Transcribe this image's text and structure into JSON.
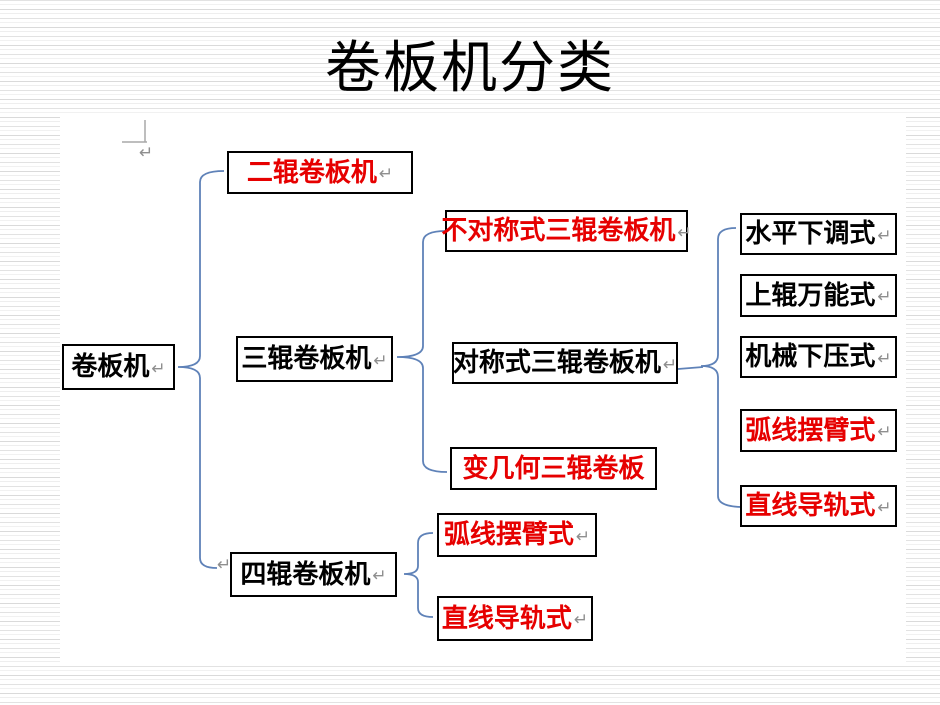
{
  "title": "卷板机分类",
  "marks": {
    "return_mark": "↵"
  },
  "colors": {
    "emphasis_red": "#e60000",
    "text_black": "#000000",
    "connector_blue": "#5f82b8",
    "return_mark_gray": "#8f8f8f",
    "stripe_gray": "#e2e2e2",
    "box_border": "#000000",
    "background": "#ffffff"
  },
  "nodes": [
    {
      "id": "root",
      "label": "卷板机",
      "color": "#000000",
      "parent": null
    },
    {
      "id": "two-roll",
      "label": "二辊卷板机",
      "color": "#e60000",
      "parent": "root"
    },
    {
      "id": "three-roll",
      "label": "三辊卷板机",
      "color": "#000000",
      "parent": "root"
    },
    {
      "id": "four-roll",
      "label": "四辊卷板机",
      "color": "#000000",
      "parent": "root"
    },
    {
      "id": "asym-three",
      "label": "不对称式三辊卷板机",
      "color": "#e60000",
      "parent": "three-roll"
    },
    {
      "id": "sym-three",
      "label": "对称式三辊卷板机",
      "color": "#000000",
      "parent": "three-roll"
    },
    {
      "id": "vargeo-three",
      "label": "变几何三辊卷板",
      "color": "#e60000",
      "parent": "three-roll"
    },
    {
      "id": "horizontal-down",
      "label": "水平下调式",
      "color": "#000000",
      "parent": "sym-three"
    },
    {
      "id": "top-universal",
      "label": "上辊万能式",
      "color": "#000000",
      "parent": "sym-three"
    },
    {
      "id": "mech-press",
      "label": "机械下压式",
      "color": "#000000",
      "parent": "sym-three"
    },
    {
      "id": "arc-swing",
      "label": "弧线摆臂式",
      "color": "#e60000",
      "parent": "sym-three"
    },
    {
      "id": "linear-rail",
      "label": "直线导轨式",
      "color": "#e60000",
      "parent": "sym-three"
    },
    {
      "id": "arc-swing-four",
      "label": "弧线摆臂式",
      "color": "#e60000",
      "parent": "four-roll"
    },
    {
      "id": "linear-rail-four",
      "label": "直线导轨式",
      "color": "#e60000",
      "parent": "four-roll"
    }
  ]
}
